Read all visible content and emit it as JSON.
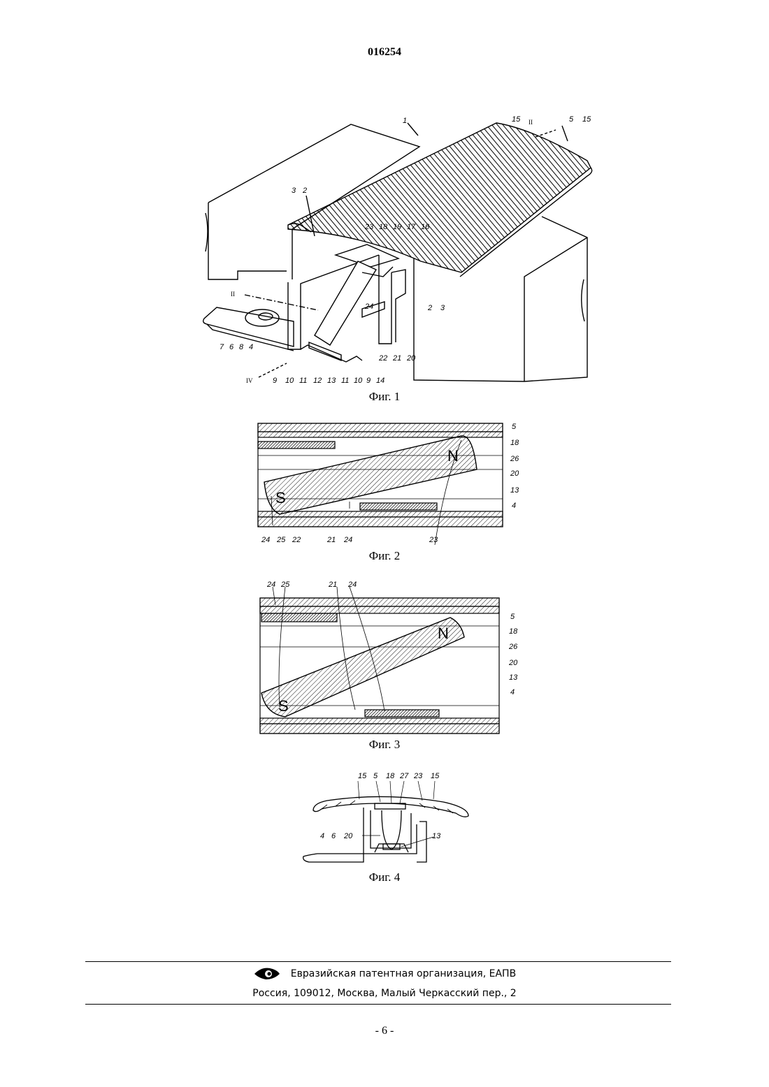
{
  "header": {
    "doc_number": "016254"
  },
  "figures": [
    {
      "caption": "Фиг. 1",
      "labels": [
        "1",
        "15",
        "II",
        "5",
        "15",
        "3",
        "2",
        "23",
        "18",
        "19",
        "17",
        "16",
        "II",
        "24",
        "2",
        "3",
        "7",
        "6",
        "8",
        "4",
        "IV",
        "9",
        "10",
        "11",
        "12",
        "13",
        "11",
        "10",
        "9",
        "14",
        "22",
        "21",
        "20"
      ]
    },
    {
      "caption": "Фиг. 2",
      "labels": [
        "5",
        "18",
        "26",
        "20",
        "13",
        "4",
        "24",
        "25",
        "22",
        "21",
        "24",
        "23"
      ],
      "poles": [
        "N",
        "S"
      ]
    },
    {
      "caption": "Фиг. 3",
      "labels": [
        "24",
        "25",
        "21",
        "24",
        "5",
        "18",
        "26",
        "20",
        "13",
        "4"
      ],
      "poles": [
        "N",
        "S"
      ]
    },
    {
      "caption": "Фиг. 4",
      "labels": [
        "15",
        "5",
        "18",
        "27",
        "23",
        "15",
        "4",
        "6",
        "20",
        "13"
      ]
    }
  ],
  "footer": {
    "org": "Евразийская патентная организация, ЕАПВ",
    "address": "Россия, 109012, Москва, Малый Черкасский пер., 2",
    "logo_icon": "eye-logo-icon"
  },
  "page_number": "- 6 -"
}
